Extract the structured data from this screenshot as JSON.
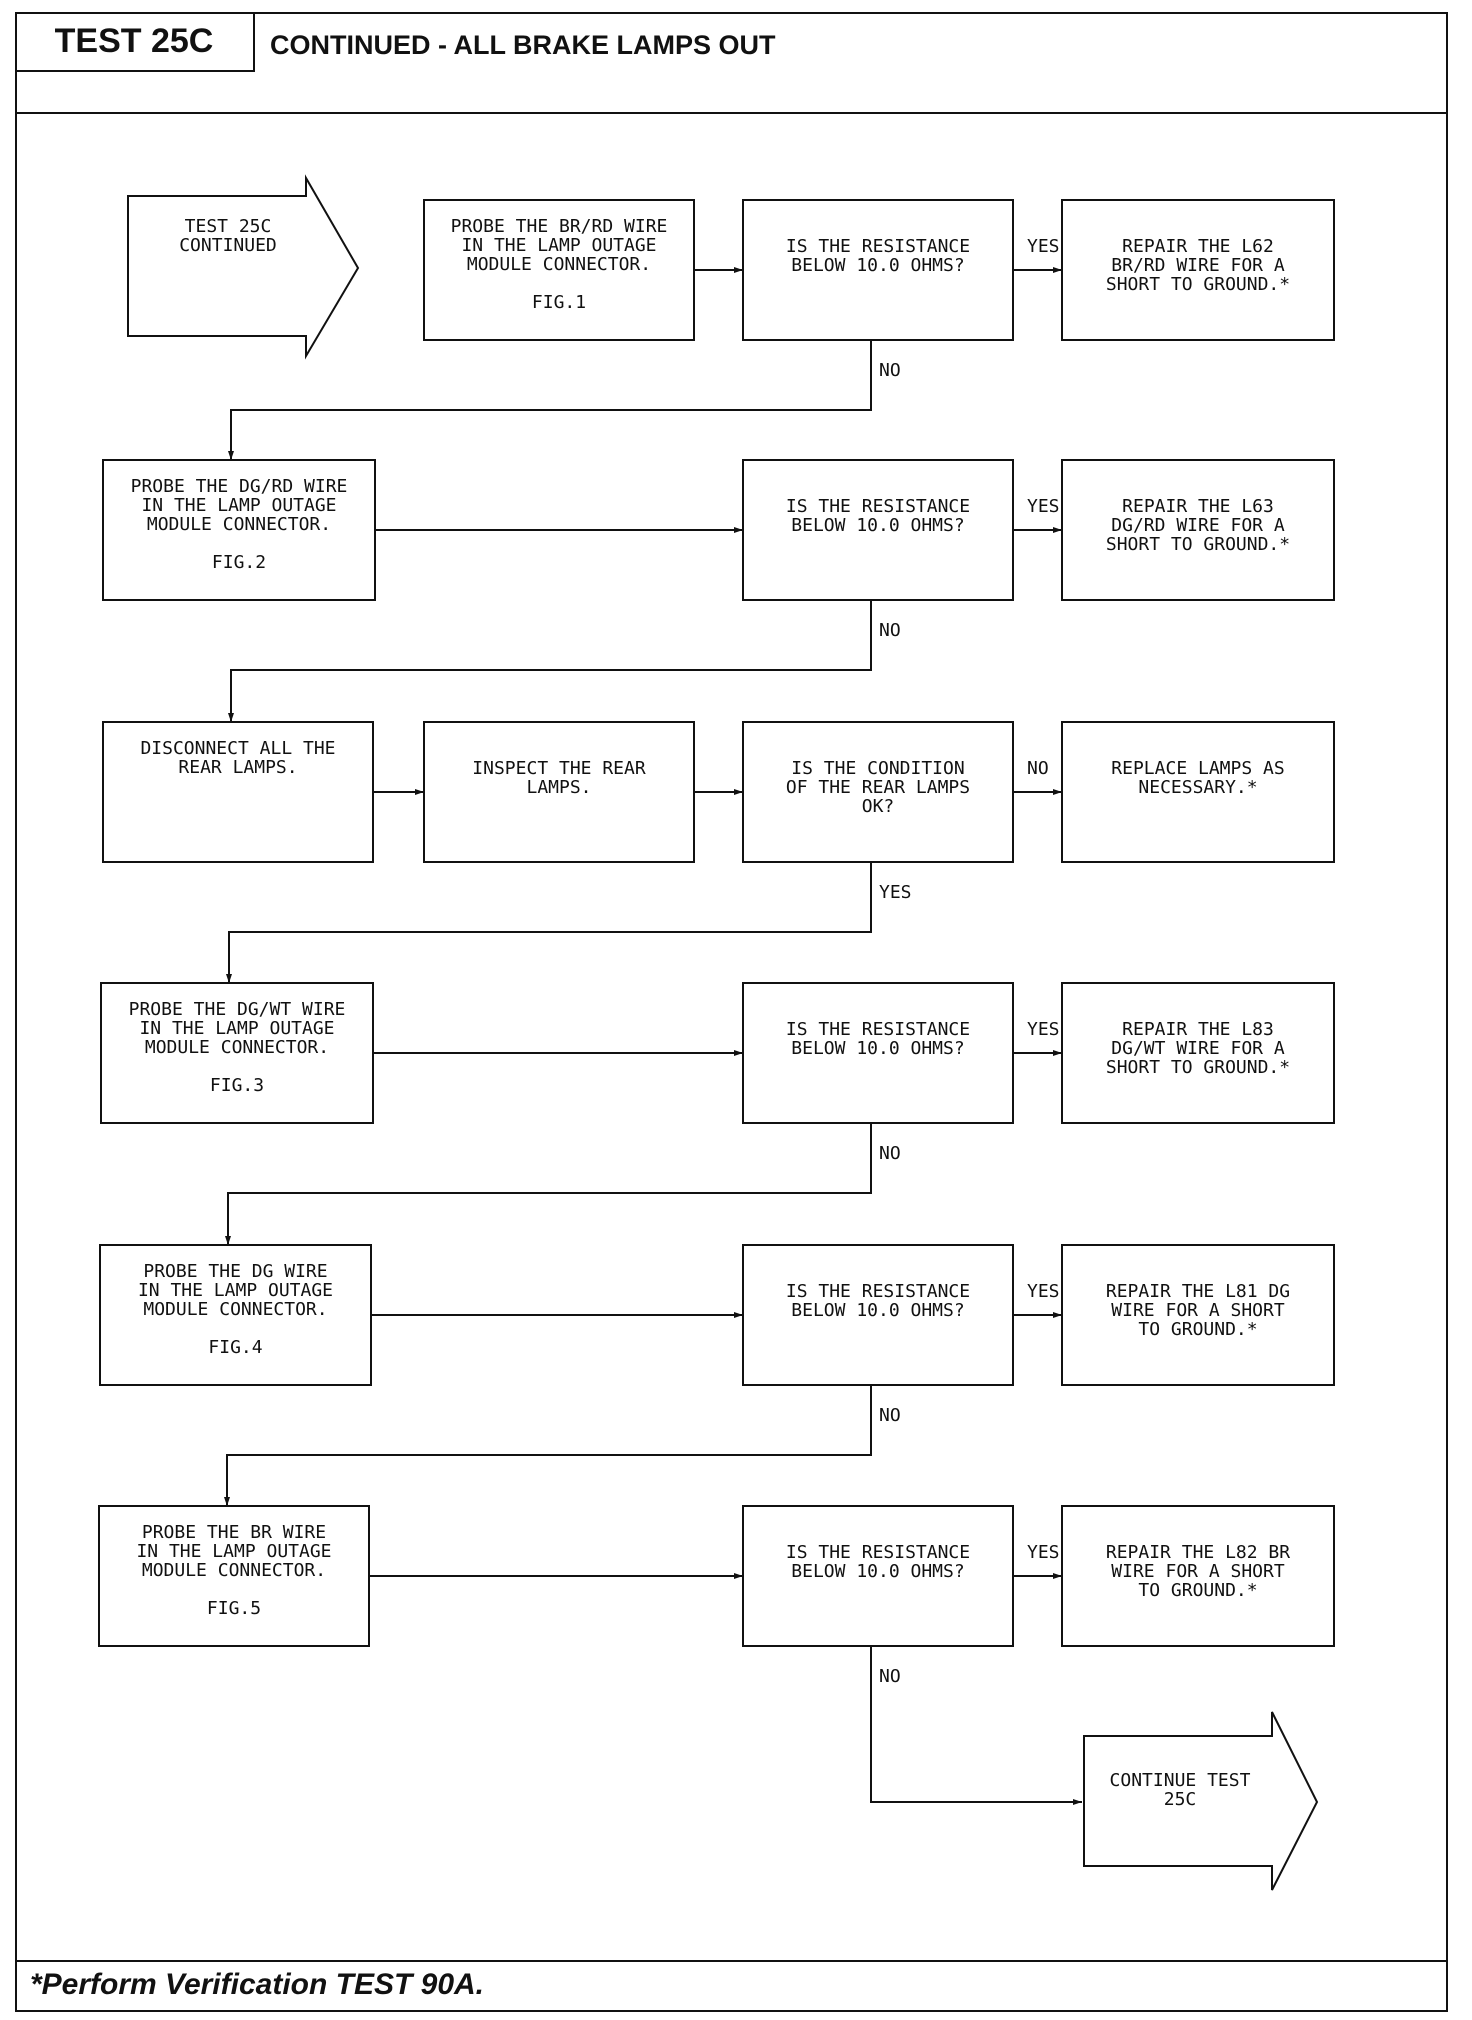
{
  "header": {
    "test_id": "TEST 25C",
    "title": "CONTINUED - ALL BRAKE LAMPS OUT"
  },
  "flowchart": {
    "start": [
      "TEST 25C",
      "CONTINUED"
    ],
    "end": [
      "CONTINUE TEST",
      "25C"
    ],
    "rows": [
      {
        "probe": [
          "PROBE THE BR/RD WIRE",
          "IN THE LAMP OUTAGE",
          "MODULE CONNECTOR.",
          "",
          "FIG.1"
        ],
        "question": [
          "IS THE RESISTANCE",
          "BELOW 10.0 OHMS?"
        ],
        "action_label": "YES",
        "action": [
          "REPAIR THE L62",
          "BR/RD WIRE FOR A",
          "SHORT TO GROUND.*"
        ],
        "down_label": "NO"
      },
      {
        "probe": [
          "PROBE THE DG/RD WIRE",
          "IN THE LAMP OUTAGE",
          "MODULE CONNECTOR.",
          "",
          "FIG.2"
        ],
        "question": [
          "IS THE RESISTANCE",
          "BELOW 10.0 OHMS?"
        ],
        "action_label": "YES",
        "action": [
          "REPAIR THE L63",
          "DG/RD WIRE FOR A",
          "SHORT TO GROUND.*"
        ],
        "down_label": "NO"
      },
      {
        "probe": [
          "DISCONNECT ALL THE",
          "REAR LAMPS."
        ],
        "inspect": [
          "INSPECT THE REAR",
          "LAMPS."
        ],
        "question": [
          "IS THE CONDITION",
          "OF THE REAR LAMPS",
          "OK?"
        ],
        "action_label": "NO",
        "action": [
          "REPLACE LAMPS AS",
          "NECESSARY.*"
        ],
        "down_label": "YES"
      },
      {
        "probe": [
          "PROBE THE DG/WT WIRE",
          "IN THE LAMP OUTAGE",
          "MODULE CONNECTOR.",
          "",
          "FIG.3"
        ],
        "question": [
          "IS THE RESISTANCE",
          "BELOW 10.0 OHMS?"
        ],
        "action_label": "YES",
        "action": [
          "REPAIR THE L83",
          "DG/WT WIRE FOR A",
          "SHORT TO GROUND.*"
        ],
        "down_label": "NO"
      },
      {
        "probe": [
          "PROBE THE DG WIRE",
          "IN THE LAMP OUTAGE",
          "MODULE CONNECTOR.",
          "",
          "FIG.4"
        ],
        "question": [
          "IS THE RESISTANCE",
          "BELOW 10.0 OHMS?"
        ],
        "action_label": "YES",
        "action": [
          "REPAIR THE L81 DG",
          "WIRE FOR A SHORT",
          "TO GROUND.*"
        ],
        "down_label": "NO"
      },
      {
        "probe": [
          "PROBE THE BR WIRE",
          "IN THE LAMP OUTAGE",
          "MODULE CONNECTOR.",
          "",
          "FIG.5"
        ],
        "question": [
          "IS THE RESISTANCE",
          "BELOW 10.0 OHMS?"
        ],
        "action_label": "YES",
        "action": [
          "REPAIR THE L82 BR",
          "WIRE FOR A SHORT",
          "TO GROUND.*"
        ],
        "down_label": "NO"
      }
    ]
  },
  "footer": {
    "note": "*Perform Verification TEST 90A."
  }
}
